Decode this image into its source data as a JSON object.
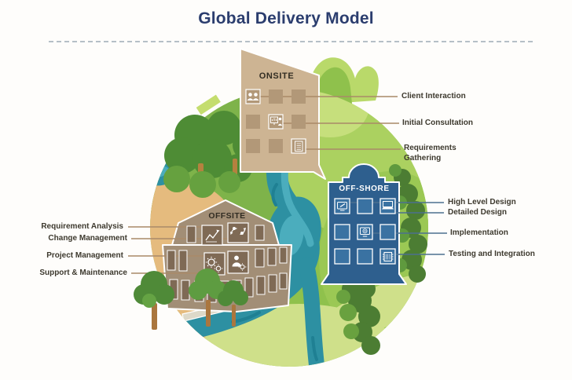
{
  "title": "Global Delivery Model",
  "diagram": {
    "onsite": {
      "name": "ONSITE",
      "services": [
        {
          "label": "Client Interaction",
          "icon": "people-icon"
        },
        {
          "label": "Initial Consultation",
          "icon": "presentation-icon"
        },
        {
          "label": "Requirements Gathering",
          "icon": "document-icon"
        }
      ]
    },
    "offsite": {
      "name": "OFFSITE",
      "services": [
        {
          "label": "Requirement Analysis",
          "icon": "line-chart-icon"
        },
        {
          "label": "Change Management",
          "icon": "people-sync-icon"
        },
        {
          "label": "Project Management",
          "icon": "gears-icon"
        },
        {
          "label": "Support & Maintenance",
          "icon": "person-gear-icon"
        }
      ]
    },
    "offshore": {
      "name": "OFF-SHORE",
      "services": [
        {
          "label": "High Level Design",
          "icon": "monitor-pencil-icon"
        },
        {
          "label": "Detailed Design",
          "icon": "laptop-icon"
        },
        {
          "label": "Implementation",
          "icon": "monitor-eye-icon"
        },
        {
          "label": "Testing and Integration",
          "icon": "chip-icon"
        }
      ]
    }
  },
  "colors": {
    "title_text": "#2b3d6e",
    "label_text": "#3d392e",
    "divider_dash": "#b5bfc7",
    "globe_green": "#8fc14c",
    "river_teal": "#2d90a2",
    "sand": "#e5bb7e",
    "onsite_building": "#cdb493",
    "offsite_building": "#a28e76",
    "offshore_building": "#2e5f8e",
    "onsite_connector": "#a98a68",
    "offshore_connector": "#4c7090"
  }
}
